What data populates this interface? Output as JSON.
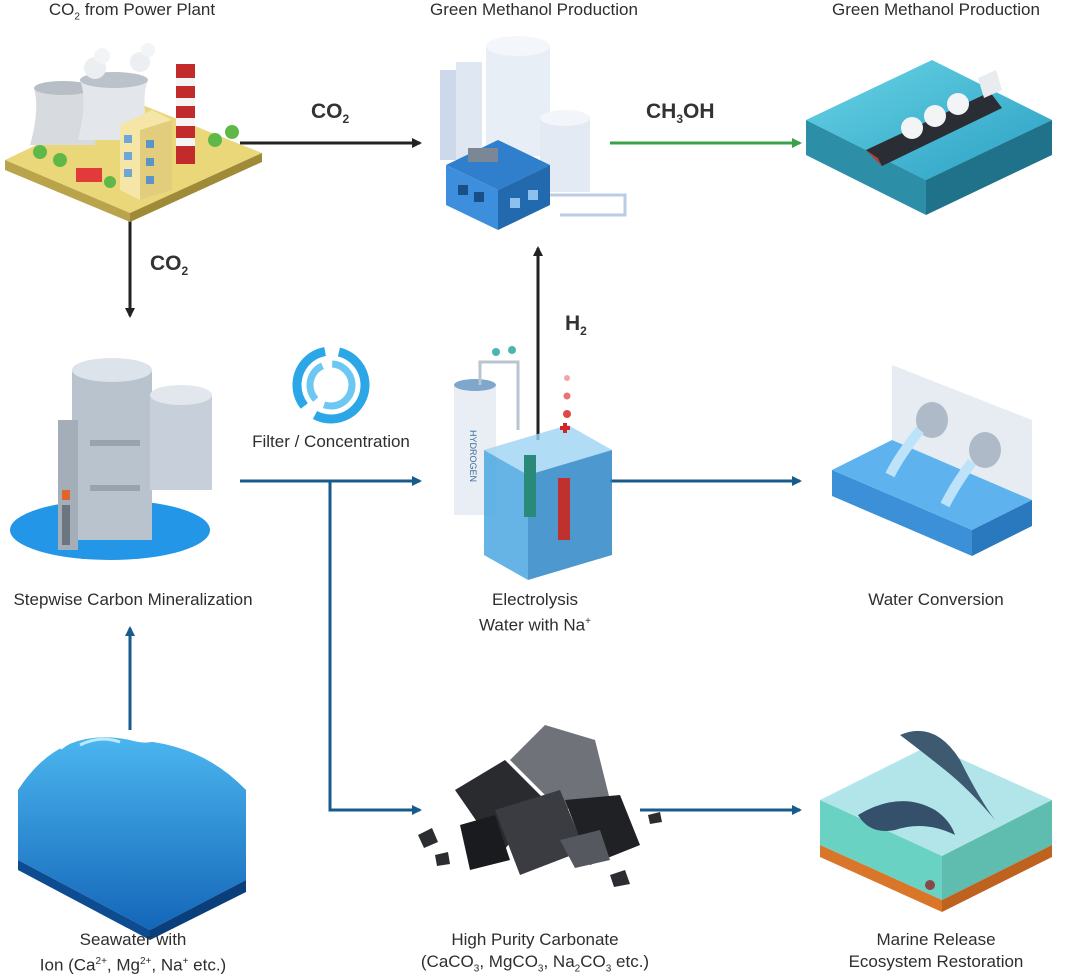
{
  "colors": {
    "black_arrow": "#222222",
    "blue_arrow": "#175a8c",
    "green_arrow": "#3aa14b",
    "water_blue": "#3a9ee4",
    "filter_ring": "#2ba6e6"
  },
  "nodes": {
    "power_plant": {
      "label_main": "CO",
      "label_sub": "2",
      "label_rest": " from Power Plant",
      "icon": "power-plant-icon"
    },
    "methanol_production": {
      "label": "Green Methanol Production",
      "icon": "factory-icon"
    },
    "methanol_ship": {
      "label": "Green Methanol Production",
      "icon": "tanker-ship-icon"
    },
    "mineralization": {
      "label": "Stepwise Carbon Mineralization",
      "icon": "mineralization-tower-icon"
    },
    "filter": {
      "label": "Filter / Concentration",
      "icon": "filter-ring-icon"
    },
    "electrolysis": {
      "label_line1": "Electrolysis",
      "label_line2_main": "Water with Na",
      "label_line2_sup": "+",
      "icon": "electrolysis-tank-icon",
      "tank_text": "HYDROGEN"
    },
    "water_conversion": {
      "label": "Water Conversion",
      "icon": "outflow-pipes-icon"
    },
    "seawater": {
      "label_line1": "Seawater with",
      "icon": "seawater-wave-icon"
    },
    "carbonate": {
      "label_line1": "High Purity Carbonate",
      "icon": "carbonate-rocks-icon"
    },
    "marine": {
      "label_line1": "Marine Release",
      "label_line2": "Ecosystem Restoration",
      "icon": "dolphin-icon"
    }
  },
  "flows": {
    "co2_right": {
      "main": "CO",
      "sub": "2"
    },
    "co2_down": {
      "main": "CO",
      "sub": "2"
    },
    "ch3oh": {
      "a": "CH",
      "b": "3",
      "c": "OH"
    },
    "h2_up": {
      "main": "H",
      "sub": "2"
    }
  },
  "seawater_ions": {
    "ion": "Ion (Ca",
    "ca_sup": "2+",
    "mg": ", Mg",
    "mg_sup": "2+",
    "na": ", Na",
    "na_sup": "+",
    "tail": " etc.)"
  },
  "carbonate_formula": {
    "p1": "(CaCO",
    "s1": "3",
    "p2": ", MgCO",
    "s2": "3",
    "p3": ", Na",
    "s3": "2",
    "p4": "CO",
    "s4": "3",
    "p5": " etc.)"
  }
}
